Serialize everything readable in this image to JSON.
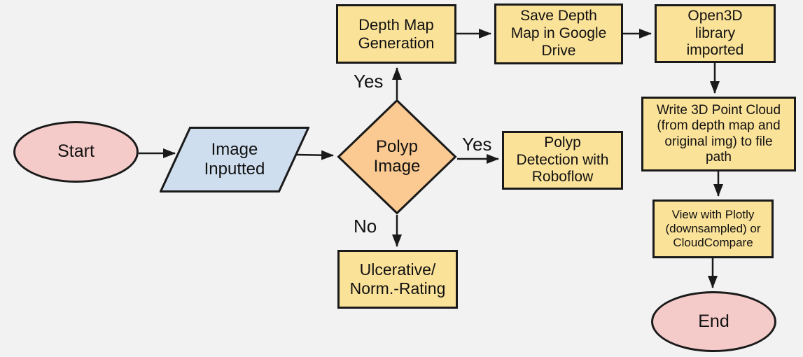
{
  "colors": {
    "background": "#f2f2f2",
    "terminator_fill": "#f5cbca",
    "io_fill": "#cfdeee",
    "decision_fill": "#fbca92",
    "process_fill": "#fbe299",
    "stroke": "#1a1a1a",
    "text": "#111111"
  },
  "nodes": {
    "start": {
      "label": "Start",
      "shape": "terminator-oval"
    },
    "image_input": {
      "label": "Image\nInputted",
      "shape": "io-parallelogram"
    },
    "polyp_image": {
      "label": "Polyp\nImage",
      "shape": "decision-diamond"
    },
    "depth_map": {
      "label": "Depth Map\nGeneration",
      "shape": "process-rect"
    },
    "save_depth": {
      "label": "Save Depth\nMap in Google\nDrive",
      "shape": "process-rect"
    },
    "open3d": {
      "label": "Open3D\nlibrary\nimported",
      "shape": "process-rect"
    },
    "write_cloud": {
      "label": "Write 3D Point Cloud\n(from depth map and\noriginal img) to file\npath",
      "shape": "process-rect"
    },
    "view_plotly": {
      "label": "View with Plotly\n(downsampled) or\nCloudCompare",
      "shape": "process-rect"
    },
    "end": {
      "label": "End",
      "shape": "terminator-oval"
    },
    "polyp_detection": {
      "label": "Polyp\nDetection with\nRoboflow",
      "shape": "process-rect"
    },
    "ulcerative": {
      "label": "Ulcerative/\nNorm.-Rating",
      "shape": "process-rect"
    }
  },
  "edge_labels": {
    "yes_top": "Yes",
    "yes_right": "Yes",
    "no_bottom": "No"
  }
}
